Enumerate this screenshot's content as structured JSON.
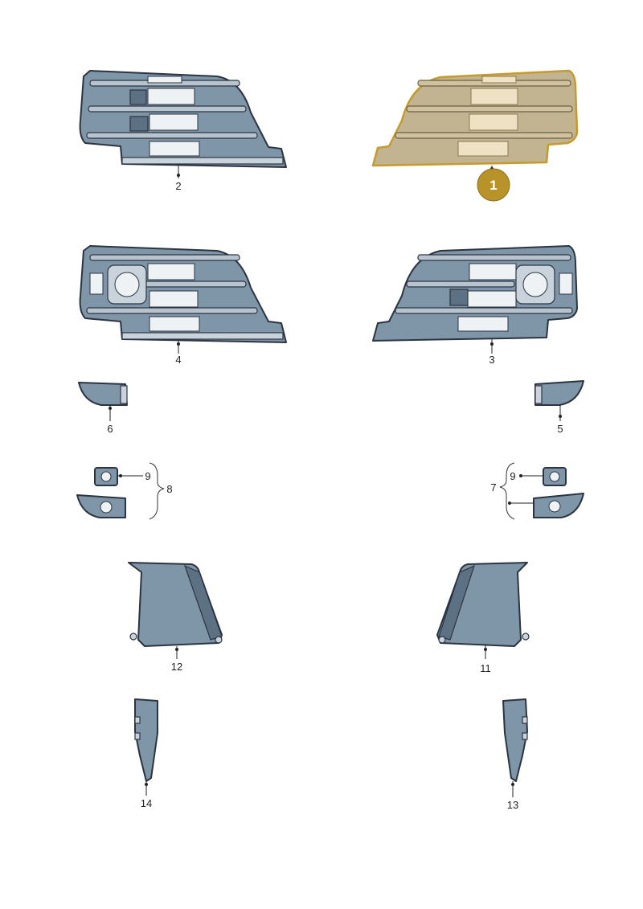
{
  "labels": {
    "p1": "1",
    "p2": "2",
    "p3": "3",
    "p4": "4",
    "p5": "5",
    "p6": "6",
    "p7": "7",
    "p8": "8",
    "p9_left": "9",
    "p9_right": "9",
    "p11": "11",
    "p12": "12",
    "p13": "13",
    "p14": "14"
  },
  "colors": {
    "part": "#7f95a8",
    "outline": "#2b3440",
    "highlight": "#c69a2c",
    "badge": "#b8932a"
  },
  "highlighted_part": "1"
}
